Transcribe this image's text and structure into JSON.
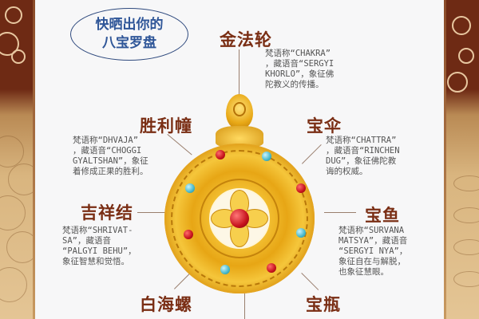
{
  "badge": {
    "line1": "快晒出你的",
    "line2": "八宝罗盘"
  },
  "treasures": [
    {
      "title": "金法轮",
      "desc": "梵语称“CHAKRA”\n，藏语音“SERGYI\nKHORLO”，象征佛\n陀教义的传播。"
    },
    {
      "title": "胜利幢",
      "desc": "梵语称“DHVAJA”\n，藏语音“CHOGGI\nGYALTSHAN”，象征\n着修成正果的胜利。"
    },
    {
      "title": "宝伞",
      "desc": "梵语称“CHATTRA”\n，藏语音“RINCHEN\nDUG”，象征佛陀教\n诲的权威。"
    },
    {
      "title": "吉祥结",
      "desc": "梵语称“SHRIVAT-\nSA”，藏语音\n“PALGYI BEHU”，\n象征智慧和觉悟。"
    },
    {
      "title": "宝鱼",
      "desc": "梵语称“SURVANA\nMATSYA”，藏语音\n“SERGYI NYA”，\n象征自在与解脱，\n也象征慧眼。"
    },
    {
      "title": "白海螺",
      "desc": ""
    },
    {
      "title": "宝瓶",
      "desc": ""
    }
  ],
  "colors": {
    "title": "#7a2e14",
    "badge_text": "#2f5698",
    "gold": "#e7a615",
    "ruby": "#c6121c",
    "turquoise": "#46b7c9",
    "border_dark": "#6e2a14"
  },
  "icons": [
    "dharma-wheel-pendant",
    "cloud-pattern",
    "dragon-scale-pattern"
  ]
}
